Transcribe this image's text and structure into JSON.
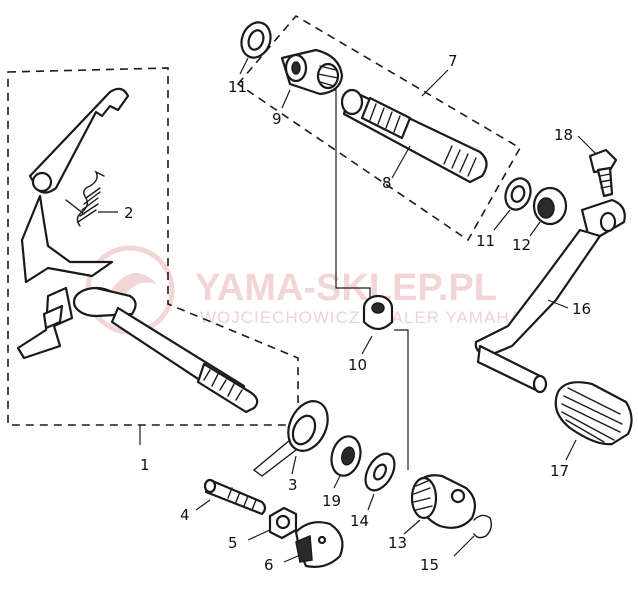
{
  "diagram": {
    "callouts": [
      "1",
      "2",
      "3",
      "4",
      "5",
      "6",
      "7",
      "8",
      "9",
      "10",
      "11",
      "11",
      "12",
      "13",
      "14",
      "15",
      "16",
      "17",
      "18",
      "19"
    ]
  },
  "watermark": {
    "brand": "YAMA-SKLEP.PL",
    "subtitle": "WOJCIECHOWICZ DEALER YAMAHA",
    "color": "#e8b5b5"
  }
}
